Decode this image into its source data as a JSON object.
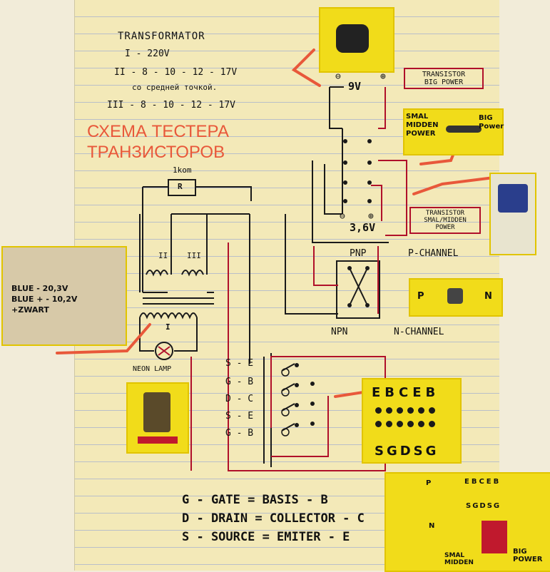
{
  "title": "СХЕМА ТЕСТЕРА ТРАНЗИСТОРОВ",
  "title_lines": [
    "СХЕМА ТЕСТЕРА",
    "ТРАНЗИСТОРОВ"
  ],
  "transformer": {
    "heading": "TRANSFORMATOR",
    "line1": "I - 220V",
    "line2": "II - 8 - 10 - 12 - 17V",
    "line2b": "со средней точкой.",
    "line3": "III - 8 - 10 - 12 - 17V"
  },
  "battery_top": {
    "minus": "⊖",
    "plus": "⊕",
    "voltage": "9V"
  },
  "battery_bottom": {
    "minus": "⊖",
    "plus": "⊕",
    "voltage": "3,6V"
  },
  "box_big": {
    "line1": "TRANSISTOR",
    "line2": "BIG POWER"
  },
  "box_small": {
    "line1": "TRANSISTOR",
    "line2": "SMAL/MIDDEN",
    "line3": "POWER"
  },
  "switch_power": {
    "left": "SMAL\nMIDDEN\nPOWER",
    "right": "BIG\nPower"
  },
  "pnp": {
    "top": "PNP",
    "p_channel": "P-CHANNEL",
    "bottom": "NPN",
    "n_channel": "N-CHANNEL"
  },
  "pn_switch": {
    "p": "P",
    "n": "N"
  },
  "resistor": {
    "value": "1kom",
    "label": "R"
  },
  "windings": {
    "ii": "II",
    "iii": "III",
    "i": "I"
  },
  "neon": "NEON LAMP",
  "pins": [
    "S - E",
    "G - B",
    "D - C",
    "S - E",
    "G - B"
  ],
  "socket_top": "EBCEB",
  "socket_bottom": "SGDSG",
  "transformer_photo": {
    "l1": "BLUE - 20,3V",
    "l2": "BLUE + - 10,2V",
    "l3": "+ZWART"
  },
  "legend": [
    "G - GATE = BASIS - B",
    "D - DRAIN = COLLECTOR - C",
    "S - SOURCE = EMITER - E"
  ],
  "panel": {
    "top": "EBCEB",
    "mid": "SGDSG",
    "p": "P",
    "n": "N",
    "smal": "SMAL MIDDEN",
    "big": "BIG POWER"
  },
  "colors": {
    "wire_black": "#1a1a1a",
    "wire_red": "#b0102a",
    "arrow": "#e8583a",
    "yellow": "#f1dc1a"
  }
}
